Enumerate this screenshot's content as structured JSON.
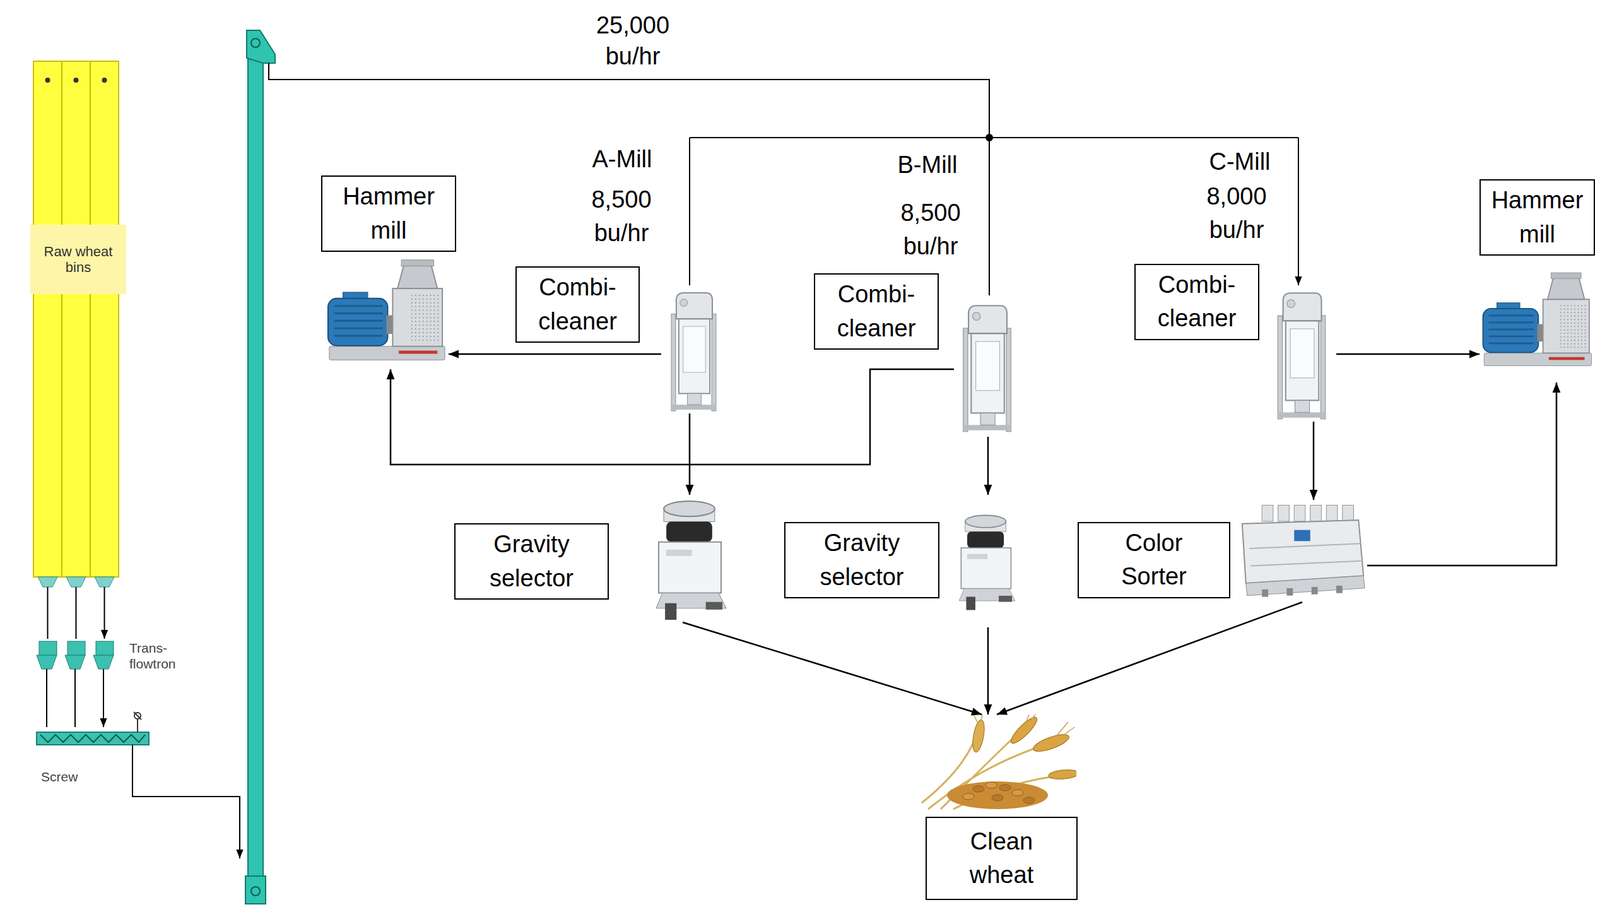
{
  "diagram": {
    "nodes": [
      {
        "text": [
          "Raw wheat bins"
        ]
      },
      {
        "text": [
          "Hammer mill"
        ]
      },
      {
        "text": [
          "Combi-cleaner"
        ]
      },
      {
        "text": [
          "Combi-cleaner"
        ]
      },
      {
        "text": [
          "Combi-cleaner"
        ]
      },
      {
        "text": [
          "Hammer mill"
        ]
      },
      {
        "text": [
          "Gravity selector"
        ]
      },
      {
        "text": [
          "Gravity selector"
        ]
      },
      {
        "text": [
          "Color Sorter"
        ]
      },
      {
        "text": [
          "Clean wheat"
        ]
      }
    ],
    "edges": [
      {
        "from": 2,
        "to": 1,
        "arrow": "to"
      },
      {
        "from": 3,
        "to": 1,
        "arrow": "to"
      },
      {
        "from": 4,
        "to": 5,
        "arrow": "to"
      },
      {
        "from": 8,
        "to": 5,
        "arrow": "to"
      },
      {
        "from": 2,
        "to": 6,
        "arrow": "to"
      },
      {
        "from": 3,
        "to": 7,
        "arrow": "to"
      },
      {
        "from": 4,
        "to": 8,
        "arrow": "to"
      },
      {
        "from": 6,
        "to": 9,
        "arrow": "to"
      },
      {
        "from": 7,
        "to": 9,
        "arrow": "to"
      },
      {
        "from": 8,
        "to": 9,
        "arrow": "to"
      }
    ],
    "labels": [
      "25,000 bu/hr",
      "A-Mill",
      "8,500 bu/hr",
      "B-Mill",
      "8,500 bu/hr",
      "C-Mill",
      "8,000 bu/hr",
      "Trans-flowtron",
      "Screw"
    ]
  }
}
